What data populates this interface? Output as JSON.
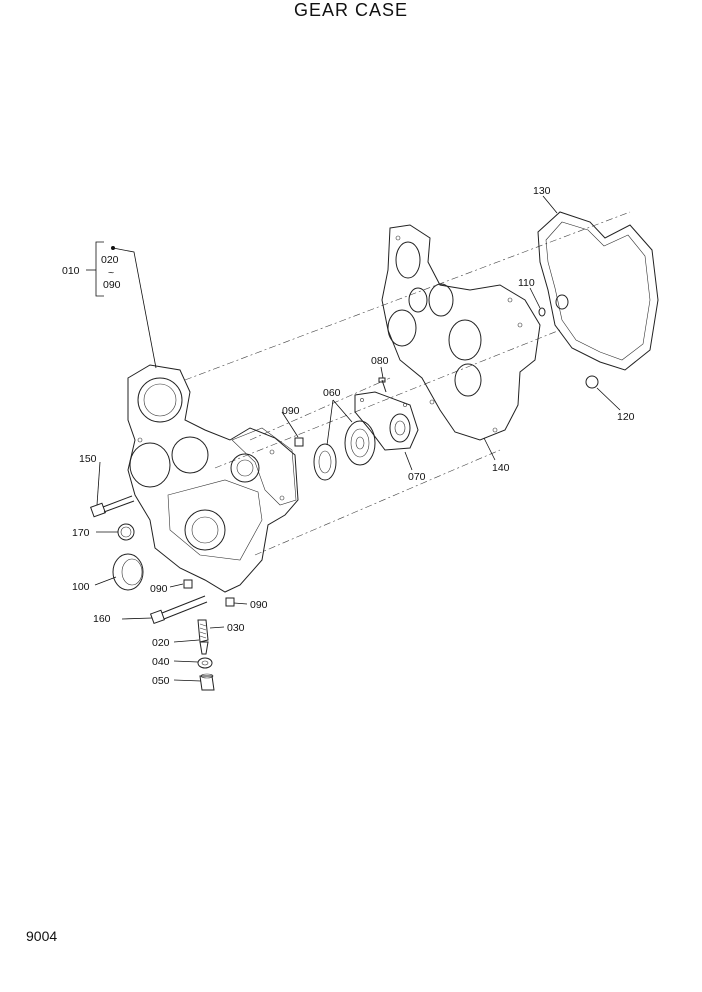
{
  "title": "GEAR CASE",
  "page_code": "9004",
  "group": {
    "label": "010",
    "items": [
      "020",
      "090"
    ],
    "separator": "~"
  },
  "callouts": {
    "c150": "150",
    "c170": "170",
    "c100": "100",
    "c160": "160",
    "c090_left": "090",
    "c090_lower": "090",
    "c090_top": "090",
    "c020": "020",
    "c030": "030",
    "c040": "040",
    "c050": "050",
    "c060": "060",
    "c080": "080",
    "c070": "070",
    "c140": "140",
    "c110": "110",
    "c120": "120",
    "c130": "130"
  }
}
